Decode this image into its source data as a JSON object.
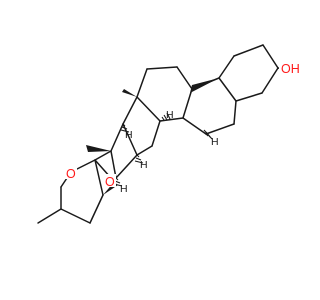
{
  "molecule": {
    "atoms": {
      "hydroxyl": "OH",
      "ring_oxygen_pyran": "O",
      "ring_oxygen_furan": "O"
    },
    "stereo_h_label": "H",
    "colors": {
      "heteroatom": "#ff1a1a",
      "bond": "#1a1a1a",
      "background": "#ffffff"
    }
  }
}
